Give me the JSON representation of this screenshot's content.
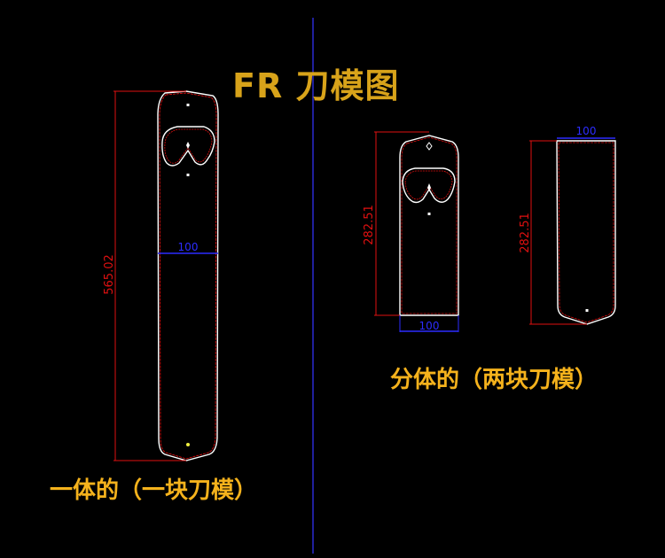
{
  "title": "FR 刀模图",
  "captions": {
    "one_piece": "一体的（一块刀模）",
    "two_piece": "分体的（两块刀模）"
  },
  "dimensions": {
    "one_piece_length": "565.02",
    "one_piece_width": "100",
    "part1_length": "282.51",
    "part1_width": "100",
    "part2_length": "282.51",
    "part2_width": "100"
  },
  "colors": {
    "background": "#000000",
    "title": "#d8a31a",
    "caption": "#f5b21c",
    "dimension_red": "#e01010",
    "dimension_blue": "#2c2cff",
    "separator": "#2a2ad0",
    "outline": "#ffffff"
  }
}
